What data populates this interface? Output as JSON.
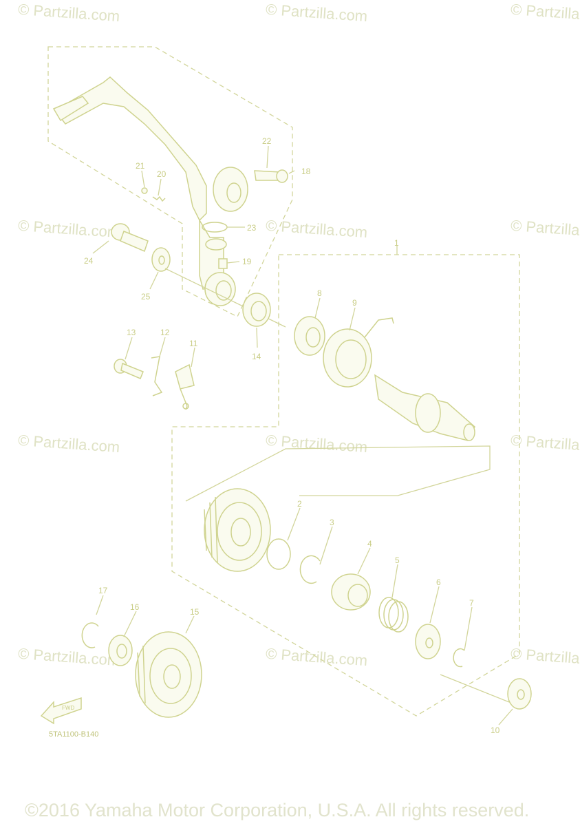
{
  "watermark": "© Partzilla.com",
  "diagram_code": "5TA1100-B140",
  "fwd_label": "FWD",
  "copyright": "©2016 Yamaha Motor Corporation, U.S.A. All rights reserved.",
  "callouts": [
    "1",
    "2",
    "3",
    "4",
    "5",
    "6",
    "7",
    "8",
    "9",
    "10",
    "11",
    "12",
    "13",
    "14",
    "15",
    "16",
    "17",
    "18",
    "19",
    "20",
    "21",
    "22",
    "23",
    "24",
    "25"
  ],
  "colors": {
    "line": "#d2d59a",
    "text": "#c9cd86",
    "watermark": "#dfe2c4"
  }
}
